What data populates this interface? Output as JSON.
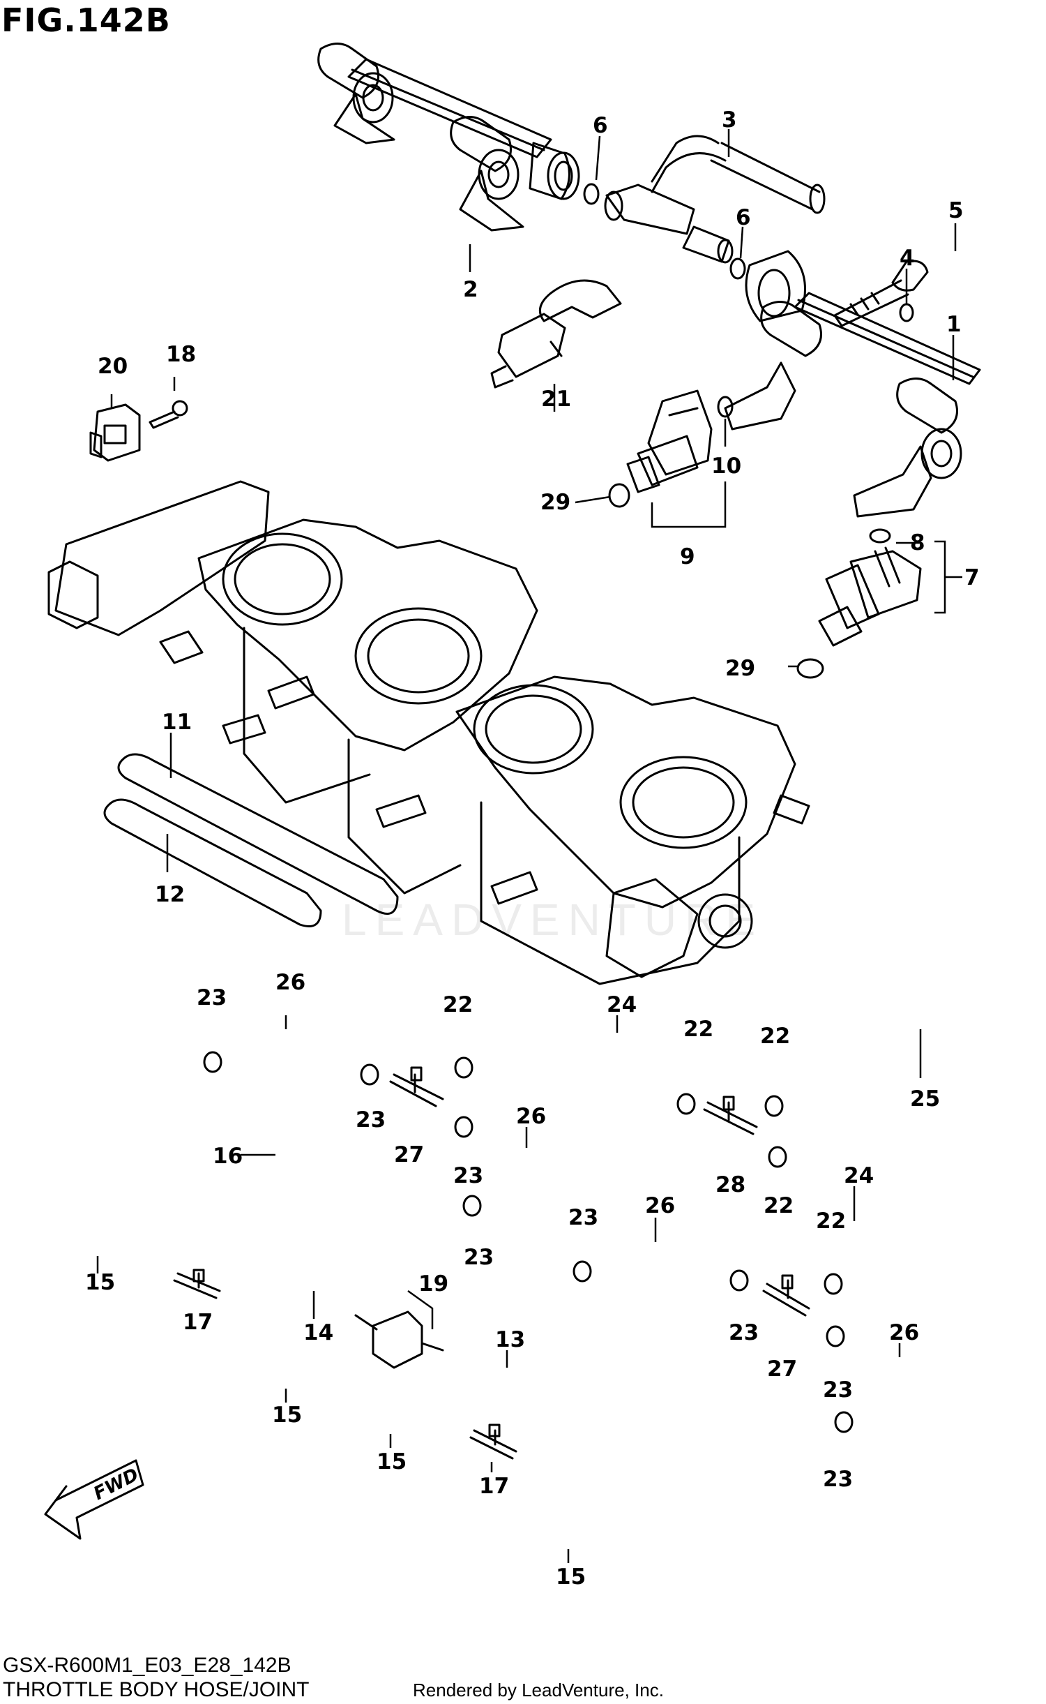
{
  "figure": {
    "title": "FIG.142B"
  },
  "footer": {
    "model_code": "GSX-R600M1_E03_E28_142B",
    "caption": "THROTTLE BODY HOSE/JOINT",
    "rendered_by": "Rendered by LeadVenture, Inc."
  },
  "fwd_label": "FWD",
  "watermark": "LEADVENTURE",
  "callouts": {
    "c1": "1",
    "c2": "2",
    "c3": "3",
    "c4": "4",
    "c5": "5",
    "c6a": "6",
    "c6b": "6",
    "c7": "7",
    "c8": "8",
    "c9": "9",
    "c10": "10",
    "c11": "11",
    "c12": "12",
    "c13": "13",
    "c14": "14",
    "c15a": "15",
    "c15b": "15",
    "c15c": "15",
    "c15d": "15",
    "c16": "16",
    "c17a": "17",
    "c17b": "17",
    "c18": "18",
    "c19": "19",
    "c20": "20",
    "c21": "21",
    "c22a": "22",
    "c22b": "22",
    "c22c": "22",
    "c22d": "22",
    "c22e": "22",
    "c23a": "23",
    "c23b": "23",
    "c23c": "23",
    "c23d": "23",
    "c23e": "23",
    "c23f": "23",
    "c23g": "23",
    "c23h": "23",
    "c24a": "24",
    "c24b": "24",
    "c25": "25",
    "c26a": "26",
    "c26b": "26",
    "c26c": "26",
    "c26d": "26",
    "c27a": "27",
    "c27b": "27",
    "c28": "28",
    "c29a": "29",
    "c29b": "29"
  }
}
